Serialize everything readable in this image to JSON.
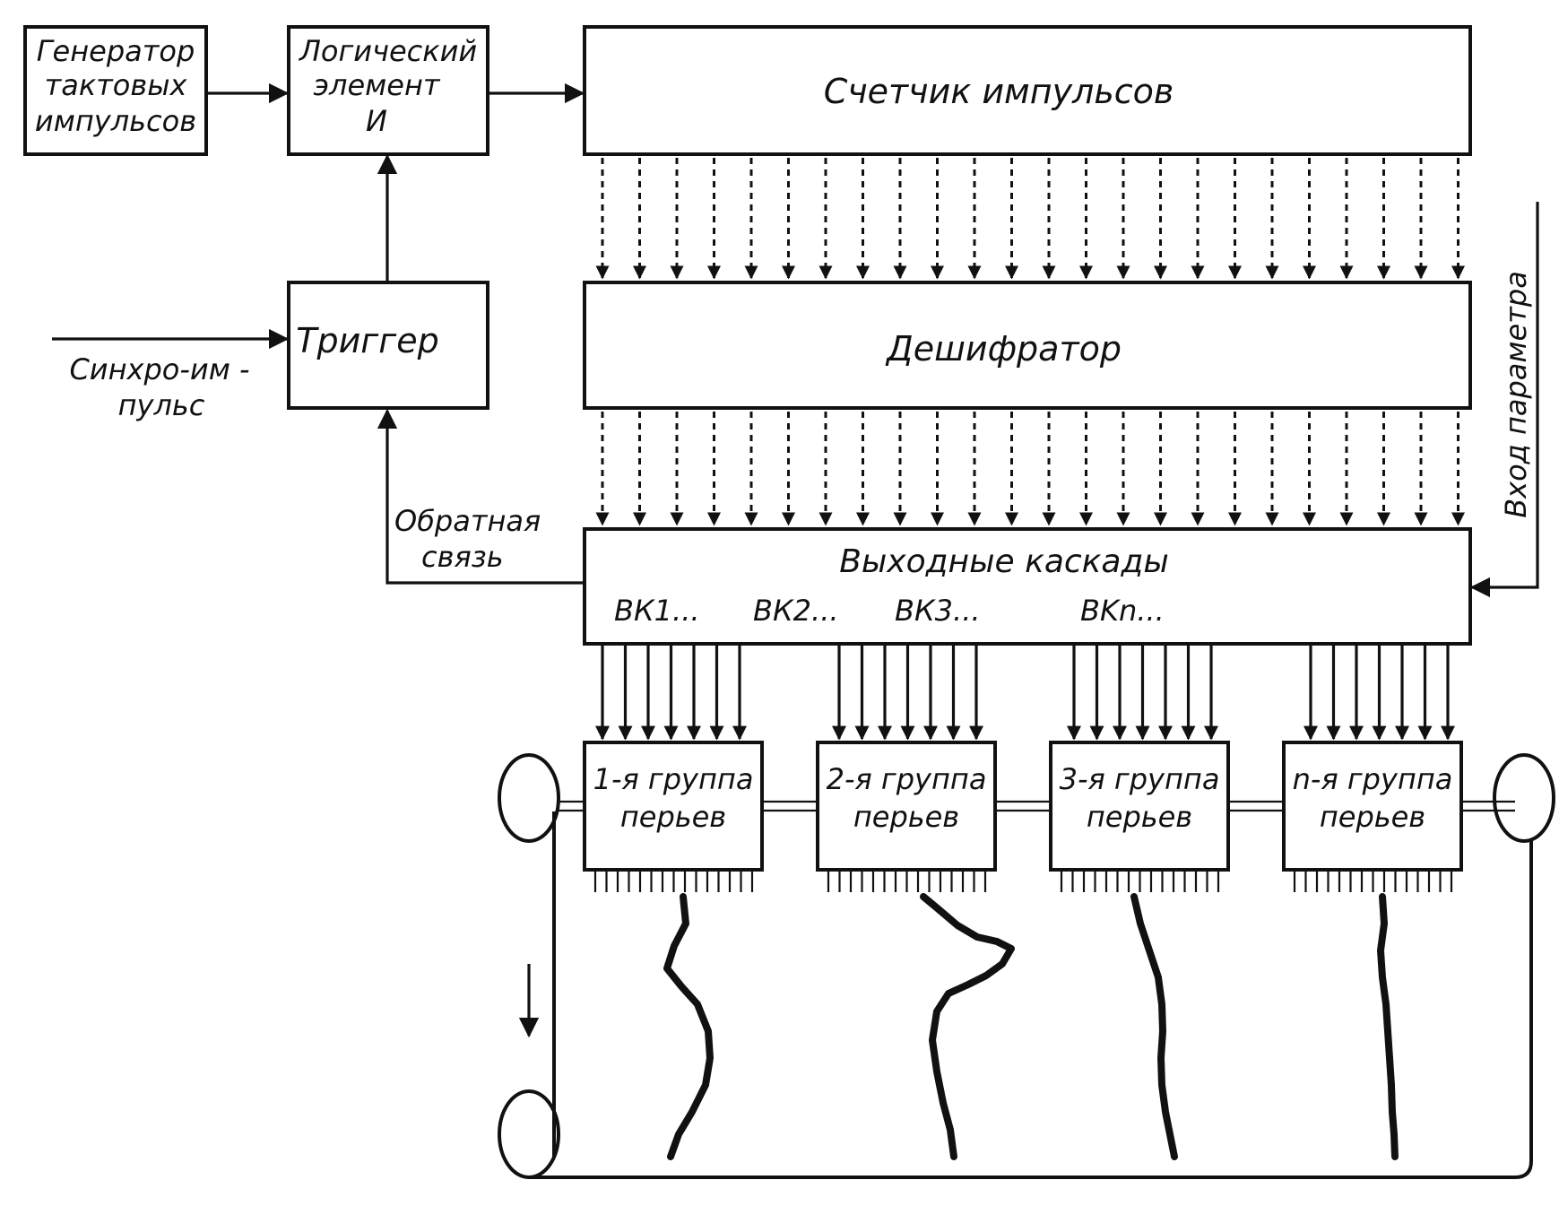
{
  "blocks": {
    "clock_generator": [
      "Генератор",
      "тактовых",
      "импульсов"
    ],
    "and_gate": [
      "Логический",
      "элемент",
      "И"
    ],
    "pulse_counter": "Счетчик импульсов",
    "trigger": "Триггер",
    "decoder": "Дешифратор",
    "output_stages": "Выходные каскады",
    "stage_labels": [
      "ВК1...",
      "ВК2...",
      "ВК3...",
      "BKn..."
    ],
    "pen_groups": [
      [
        "1-я группа",
        "перьев"
      ],
      [
        "2-я группа",
        "перьев"
      ],
      [
        "3-я группа",
        "перьев"
      ],
      [
        "n-я группа",
        "перьев"
      ]
    ]
  },
  "signals": {
    "sync_pulse": [
      "Синхро-им -",
      "пульс"
    ],
    "feedback": [
      "Обратная",
      "связь"
    ],
    "parameter_input": "Вход параметра"
  }
}
